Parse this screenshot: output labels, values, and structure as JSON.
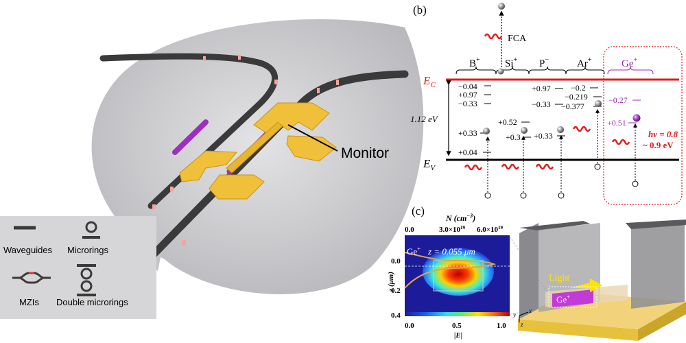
{
  "panel_a": {
    "monitor_label": "Monitor",
    "legend": {
      "waveguides": "Waveguides",
      "microrings": "Microrings",
      "mzis": "MZIs",
      "double_microrings": "Double microrings"
    }
  },
  "panel_b": {
    "tag": "(b)",
    "fca": "FCA",
    "ec_main": "E",
    "ec_sub": "C",
    "ev_main": "E",
    "ev_sub": "V",
    "gap": "1.12 eV",
    "species": [
      {
        "base": "B",
        "sup": "+"
      },
      {
        "base": "Si",
        "sup": "+"
      },
      {
        "base": "P",
        "sup": "−"
      },
      {
        "base": "Ar",
        "sup": "+"
      },
      {
        "base": "Ge",
        "sup": "+"
      }
    ],
    "levels": {
      "b_m004": "−0.04",
      "b_p097": "+0.97",
      "b_m033": "−0.33",
      "b_p033": "+0.33",
      "b_p004": "+0.04",
      "si_p052": "+0.52",
      "si_p03": "+0.3",
      "p_p033": "+0.33",
      "ar_p097": "+0.97",
      "ar_m033": "−0.33",
      "ar_m02": "−0.2",
      "ar_m0219": "−0.219",
      "ar_m0377": "−0.377",
      "ge_m027": "−0.27",
      "ge_p051": "+0.51"
    },
    "photon": "hν = 0.8",
    "photon_range": "~ 0.9 eV"
  },
  "panel_c": {
    "tag": "(c)",
    "n_label": "N (cm",
    "n_unit_sup": "−3",
    "n_unit_close": ")",
    "n_ticks": [
      "0.0",
      "3.0×10",
      "6.0×10"
    ],
    "n_tick_sup": "19",
    "ion": "Ge",
    "ion_sup": "+",
    "z_note": "z = 0.055 μm",
    "ylabel": "z (μm)",
    "y_ticks": [
      "0.0",
      "0.2",
      "0.4"
    ],
    "x_ticks": [
      "0.0",
      "0.5",
      "1.0"
    ],
    "xlabel": "|E|",
    "light": "Light",
    "ge_block": "Ge",
    "axis_y": "y",
    "axis_x": "x",
    "axis_z": "z"
  },
  "colors": {
    "gold": "#f0c03a",
    "purple": "#9b2fc0",
    "ec_red": "#e41a1c",
    "ge_purple": "#9c27b0",
    "waveguide": "#3a3a3a"
  }
}
